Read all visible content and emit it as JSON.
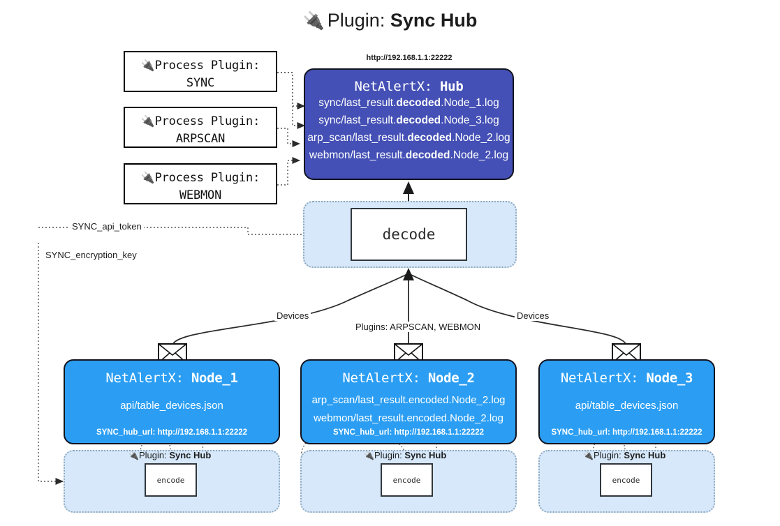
{
  "title": {
    "icon": "plug-icon",
    "prefix": "Plugin:",
    "name": "Sync Hub",
    "glyph": "🔌"
  },
  "process_plugins": [
    {
      "label": "Process Plugin:",
      "name": "SYNC",
      "icon": "plug-icon"
    },
    {
      "label": "Process Plugin:",
      "name": "ARPSCAN",
      "icon": "plug-icon"
    },
    {
      "label": "Process Plugin:",
      "name": "WEBMON",
      "icon": "plug-icon"
    }
  ],
  "hub": {
    "url": "http://192.168.1.1:22222",
    "title_prefix": "NetAlertX:",
    "title_name": "Hub",
    "lines": [
      {
        "pre": "sync/last_result.",
        "mid": "decoded",
        "post": ".Node_1.log"
      },
      {
        "pre": "sync/last_result.",
        "mid": "decoded",
        "post": ".Node_3.log"
      },
      {
        "pre": "arp_scan/last_result.",
        "mid": "decoded",
        "post": ".Node_2.log"
      },
      {
        "pre": "webmon/last_result.",
        "mid": "decoded",
        "post": ".Node_2.log"
      }
    ],
    "color": "#4450b5"
  },
  "decode": {
    "label": "decode",
    "band_color": "#d6e8fa"
  },
  "settings_edges": [
    {
      "label": "SYNC_api_token"
    },
    {
      "label": "SYNC_encryption_key"
    }
  ],
  "edge_labels": {
    "left_devices": "Devices",
    "center_plugins": "Plugins: ARPSCAN, WEBMON",
    "right_devices": "Devices"
  },
  "nodes": [
    {
      "title_prefix": "NetAlertX:",
      "title_name": "Node_1",
      "lines": [
        "api/table_devices.json"
      ],
      "url_label": "SYNC_hub_url:",
      "url": "http://192.168.1.1:22222",
      "envelope_icon": "envelope-icon"
    },
    {
      "title_prefix": "NetAlertX:",
      "title_name": "Node_2",
      "lines": [
        "arp_scan/last_result.encoded.Node_2.log",
        "webmon/last_result.encoded.Node_2.log"
      ],
      "url_label": "SYNC_hub_url:",
      "url": "http://192.168.1.1:22222",
      "envelope_icon": "envelope-icon"
    },
    {
      "title_prefix": "NetAlertX:",
      "title_name": "Node_3",
      "lines": [
        "api/table_devices.json"
      ],
      "url_label": "SYNC_hub_url:",
      "url": "http://192.168.1.1:22222",
      "envelope_icon": "envelope-icon"
    }
  ],
  "encode_bands": [
    {
      "plugin_prefix": "Plugin:",
      "plugin_name": "Sync Hub",
      "box_label": "encode",
      "icon": "plug-icon"
    },
    {
      "plugin_prefix": "Plugin:",
      "plugin_name": "Sync Hub",
      "box_label": "encode",
      "icon": "plug-icon"
    },
    {
      "plugin_prefix": "Plugin:",
      "plugin_name": "Sync Hub",
      "box_label": "encode",
      "icon": "plug-icon"
    }
  ],
  "colors": {
    "hub": "#4450b5",
    "node": "#2b9ef3",
    "band": "#d6e8fa",
    "stroke": "#31373d"
  }
}
